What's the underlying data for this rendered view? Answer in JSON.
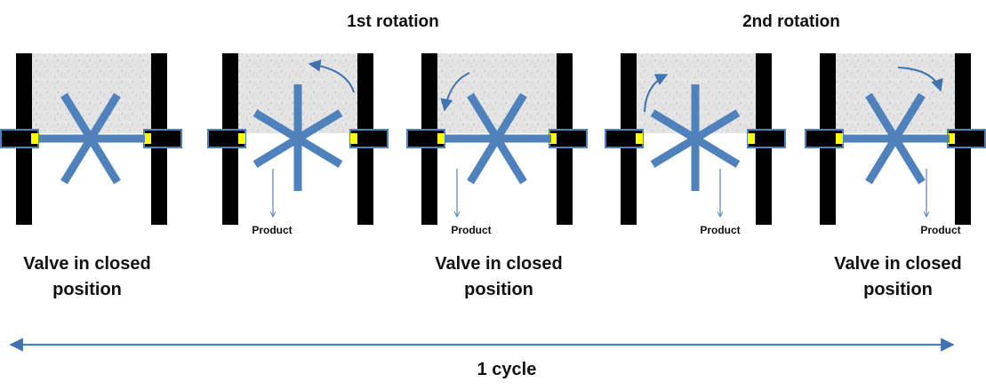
{
  "headers": {
    "first_rotation": "1st rotation",
    "second_rotation": "2nd rotation"
  },
  "captions": {
    "closed_1": {
      "line1": "Valve in closed",
      "line2": "position"
    },
    "closed_2": {
      "line1": "Valve in closed",
      "line2": "position"
    },
    "closed_3": {
      "line1": "Valve in closed",
      "line2": "position"
    }
  },
  "product_labels": [
    "Product",
    "Product",
    "Product",
    "Product"
  ],
  "cycle_label": "1 cycle",
  "colors": {
    "wall": "#000000",
    "rotor": "#4f81bd",
    "material": "#e3e3e3",
    "seal": "#ffff00",
    "arrow": "#3f72b0"
  }
}
